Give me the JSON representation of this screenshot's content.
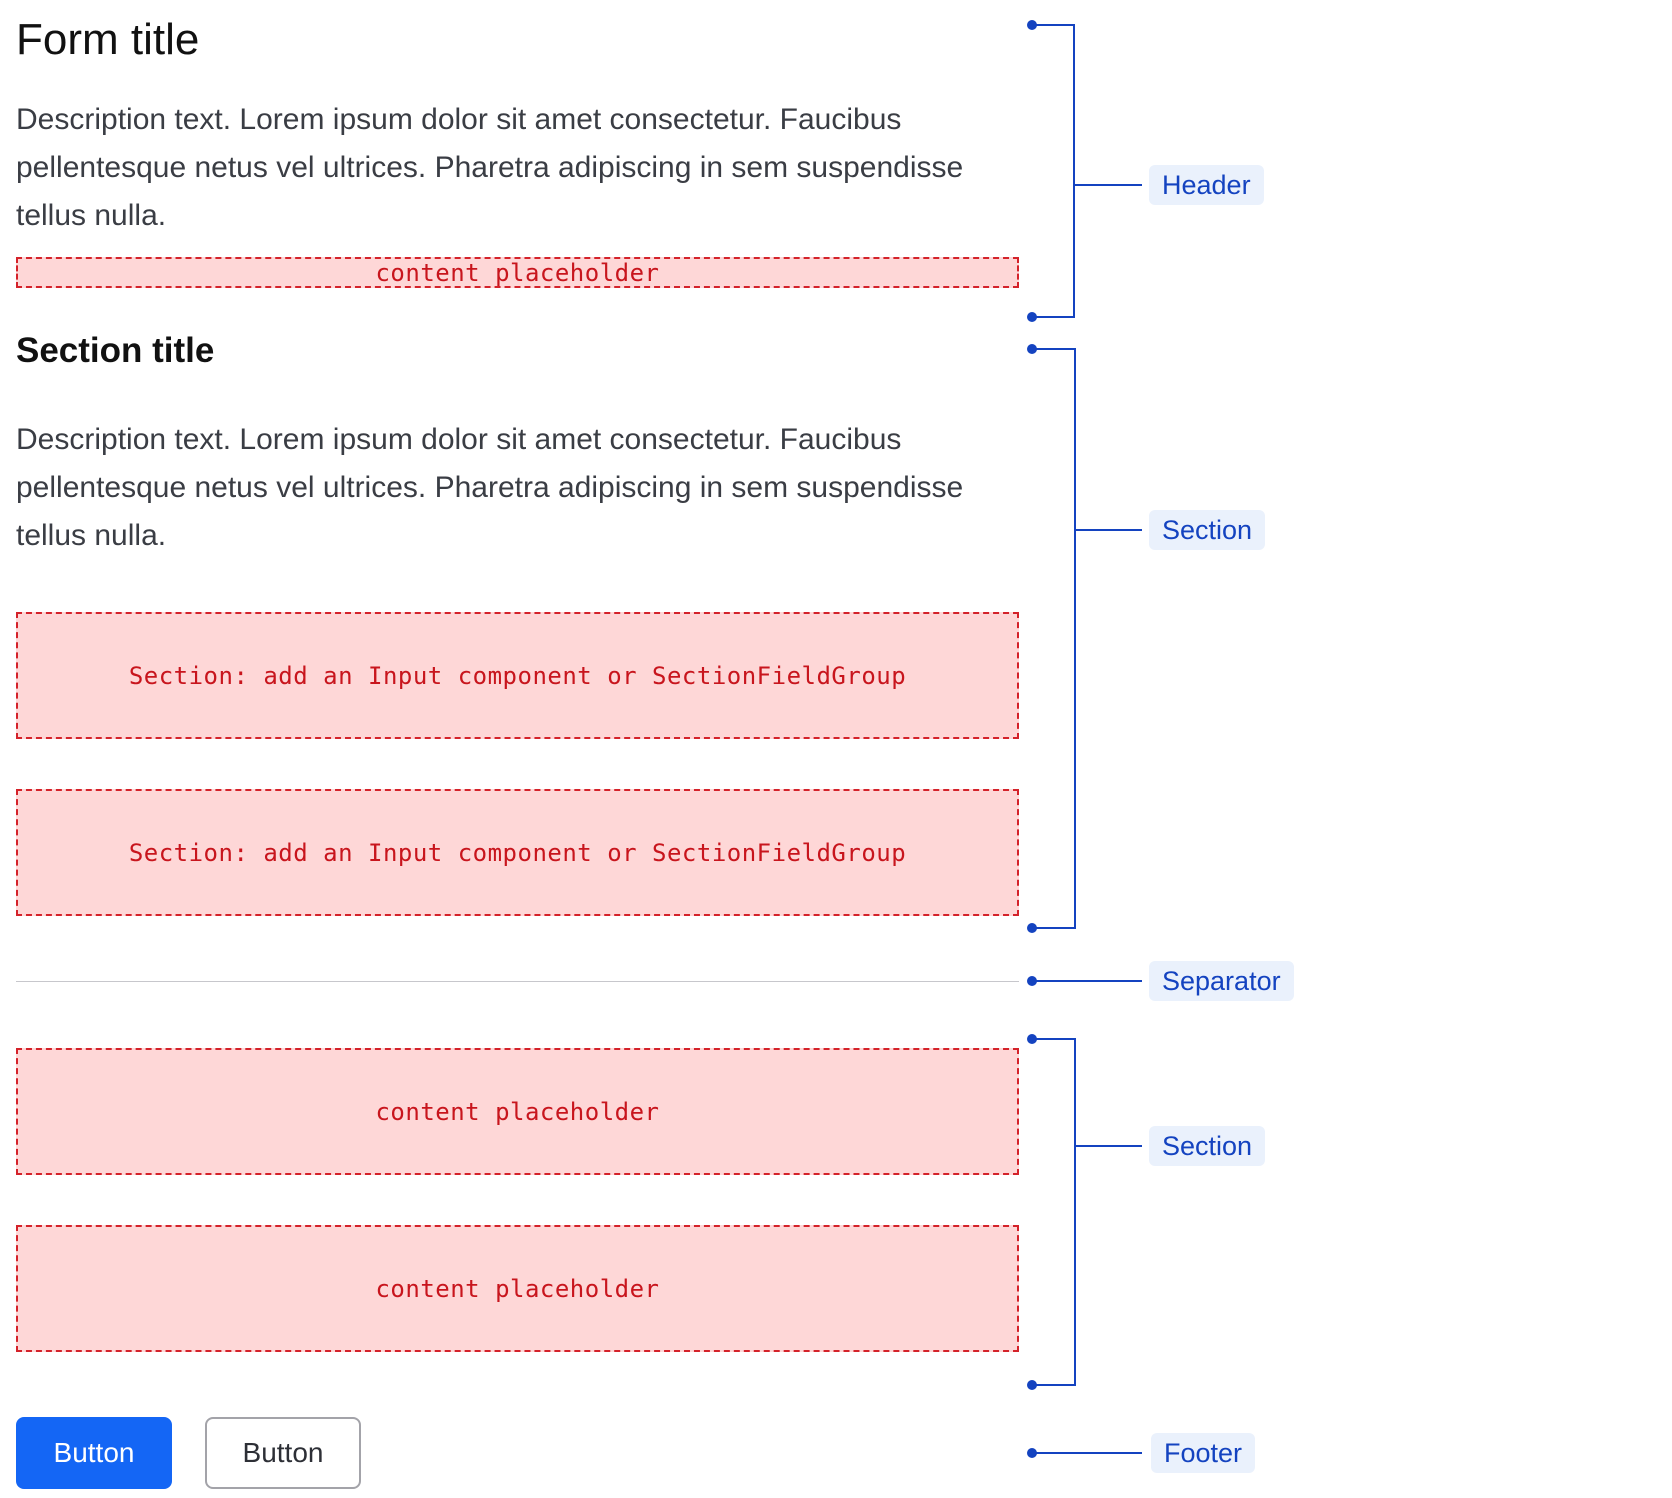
{
  "form": {
    "title": "Form title",
    "header_description": "Description text. Lorem ipsum dolor sit amet consectetur. Faucibus pellentesque netus vel ultrices. Pharetra adipiscing in sem suspendisse tellus nulla.",
    "header_placeholder": "content placeholder",
    "section_title": "Section title",
    "section_description": "Description text. Lorem ipsum dolor sit amet consectetur. Faucibus pellentesque netus vel ultrices. Pharetra adipiscing in sem suspendisse tellus nulla.",
    "section_placeholders": [
      "Section: add an Input component or SectionFieldGroup",
      "Section: add an Input component or SectionFieldGroup"
    ],
    "second_section_placeholders": [
      "content placeholder",
      "content placeholder"
    ],
    "footer": {
      "primary_button": "Button",
      "secondary_button": "Button"
    }
  },
  "annotations": {
    "header": "Header",
    "section_1": "Section",
    "separator": "Separator",
    "section_2": "Section",
    "footer": "Footer"
  },
  "colors": {
    "annotation": "#1443c0",
    "placeholder_fill": "#fed7d7",
    "placeholder_border": "#d4222a",
    "primary_button": "#1466f5"
  }
}
